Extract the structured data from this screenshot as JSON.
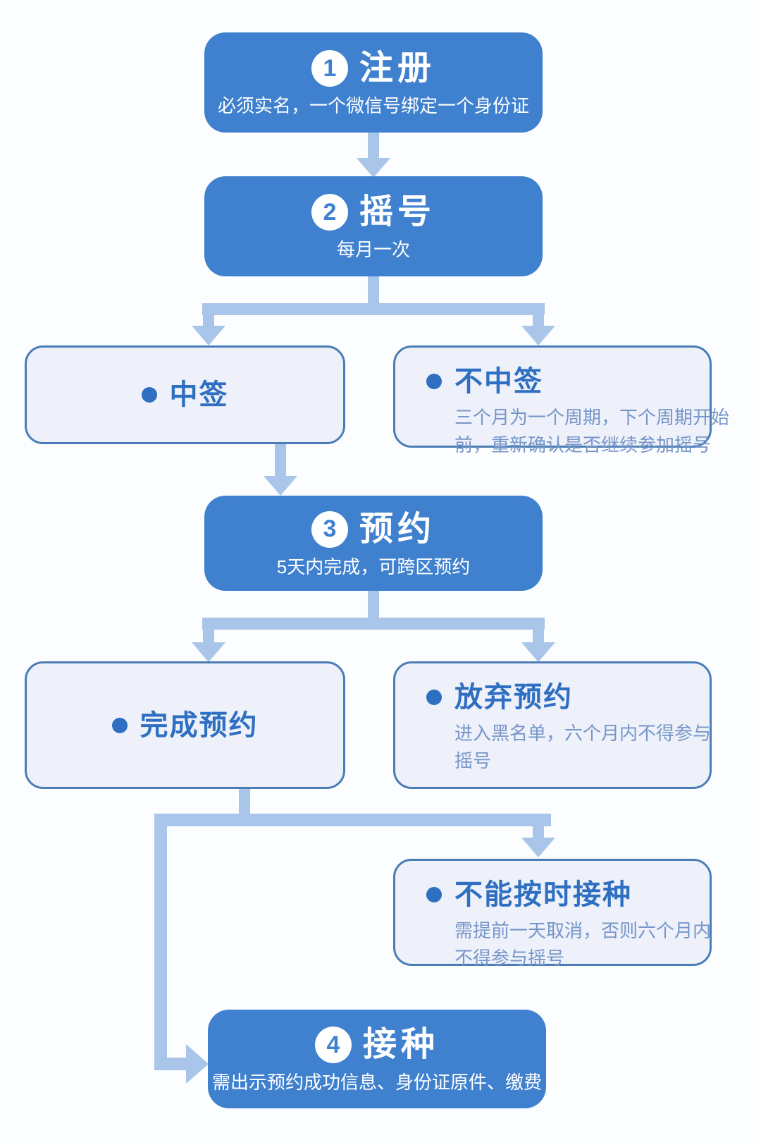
{
  "colors": {
    "primary_blue": "#3F81CE",
    "light_box_fill": "#EEF0FA",
    "light_box_border": "#4A7DB6",
    "connector_blue": "#A9C5E9",
    "label_blue": "#2E6FC1",
    "detail_text_blue": "#7596C8"
  },
  "flow": {
    "step1": {
      "number": "1",
      "title": "注册",
      "subtitle": "必须实名，一个微信号绑定一个身份证"
    },
    "step2": {
      "number": "2",
      "title": "摇号",
      "subtitle": "每月一次"
    },
    "branch_lottery": {
      "win": {
        "label": "中签"
      },
      "lose": {
        "label": "不中签",
        "details": [
          "三个月为一个周期，下个周期开始",
          "前，重新确认是否继续参加摇号"
        ]
      }
    },
    "step3": {
      "number": "3",
      "title": "预约",
      "subtitle": "5天内完成，可跨区预约"
    },
    "branch_appointment": {
      "complete": {
        "label": "完成预约"
      },
      "abandon": {
        "label": "放弃预约",
        "details": [
          "进入黑名单，六个月内不得参与",
          "摇号"
        ]
      }
    },
    "miss": {
      "label": "不能按时接种",
      "details": [
        "需提前一天取消，否则六个月内",
        "不得参与摇号"
      ]
    },
    "step4": {
      "number": "4",
      "title": "接种",
      "subtitle": "需出示预约成功信息、身份证原件、缴费"
    }
  }
}
